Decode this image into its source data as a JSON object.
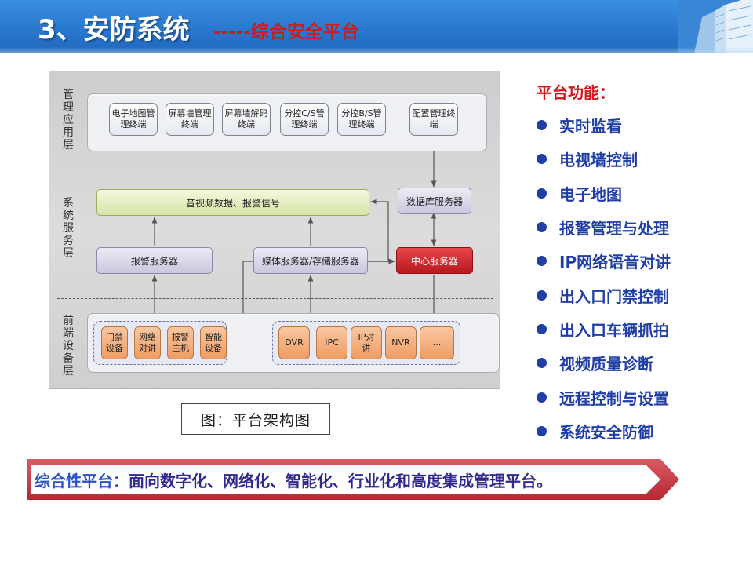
{
  "title": {
    "main": "3、安防系统",
    "sub": "-----综合安全平台"
  },
  "diagram": {
    "layers": {
      "management": "管理应用层",
      "service": "系统服务层",
      "frontend": "前端设备层"
    },
    "management_terminals": [
      "电子地图管理终端",
      "屏幕墙管理终端",
      "屏幕墙解码终端",
      "分控C/S管理终端",
      "分控B/S管理终端",
      "配置管理终端"
    ],
    "services": {
      "av_data": "音视频数据、报警信号",
      "database": "数据库服务器",
      "alarm_server": "报警服务器",
      "media_server": "媒体服务器/存储服务器",
      "center_server": "中心服务器"
    },
    "alarm_devices": [
      "门禁设备",
      "网络对讲",
      "报警主机",
      "智能设备"
    ],
    "video_devices": [
      "DVR",
      "IPC",
      "IP对讲",
      "NVR",
      "..."
    ],
    "colors": {
      "center_server": "#c41e24",
      "service_bar": "#dfe9b6",
      "device": "#f4a872"
    }
  },
  "caption": "图：平台架构图",
  "features": {
    "title": "平台功能：",
    "items": [
      "实时监看",
      "电视墙控制",
      "电子地图",
      "报警管理与处理",
      "IP网络语音对讲",
      "出入口门禁控制",
      "出入口车辆抓拍",
      "视频质量诊断",
      "远程控制与设置",
      "系统安全防御"
    ]
  },
  "banner": {
    "prefix": "综合性平台：",
    "text": "面向数字化、网络化、智能化、行业化和高度集成管理平台。",
    "color": "#c4323c"
  }
}
